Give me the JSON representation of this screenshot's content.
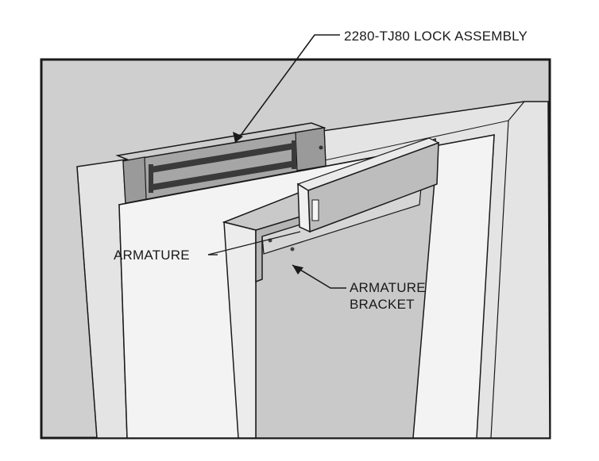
{
  "labels": {
    "lock_assembly": "2280-TJ80 LOCK ASSEMBLY",
    "armature": "ARMATURE",
    "armature_bracket_line1": "ARMATURE",
    "armature_bracket_line2": "BRACKET"
  },
  "colors": {
    "wall": "#cfcfcf",
    "frame": "#e4e4e4",
    "door_opening": "#f2f2f2",
    "door": "#c9c9c9",
    "lock_body": "#a6a6a6",
    "lock_top": "#cdcdcd",
    "lock_slot": "#3a3a3a",
    "armature": "#bdbdbd",
    "outline": "#1a1a1a"
  }
}
